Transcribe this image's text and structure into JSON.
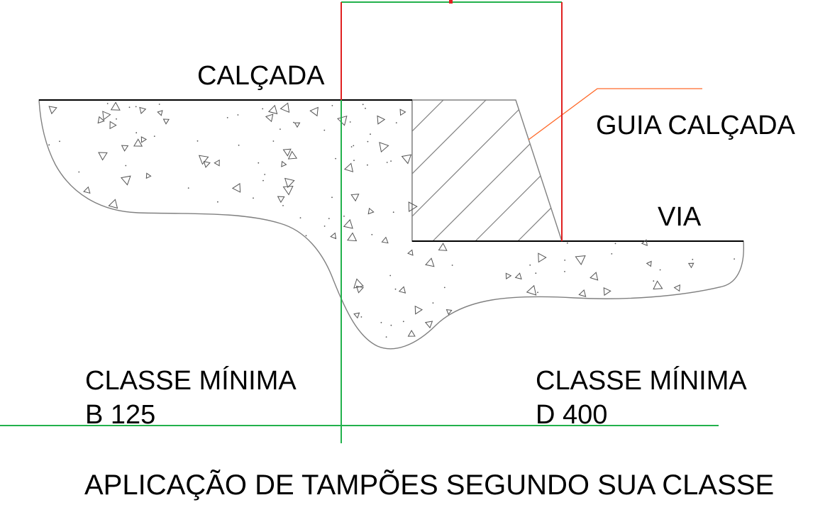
{
  "labels": {
    "calcada": "CALÇADA",
    "guia_calcada": "GUIA CALÇADA",
    "via": "VIA",
    "classe_left": "CLASSE MÍNIMA",
    "classe_left_value": "B 125",
    "classe_right": "CLASSE MÍNIMA",
    "classe_right_value": "D 400",
    "title": "APLICAÇÃO DE TAMPÕES SEGUNDO SUA CLASSE"
  },
  "colors": {
    "line": "#000000",
    "fill_outline": "#808080",
    "green_guide": "#22b14c",
    "red_guide": "#e02020",
    "leader": "#ff6a2a"
  }
}
